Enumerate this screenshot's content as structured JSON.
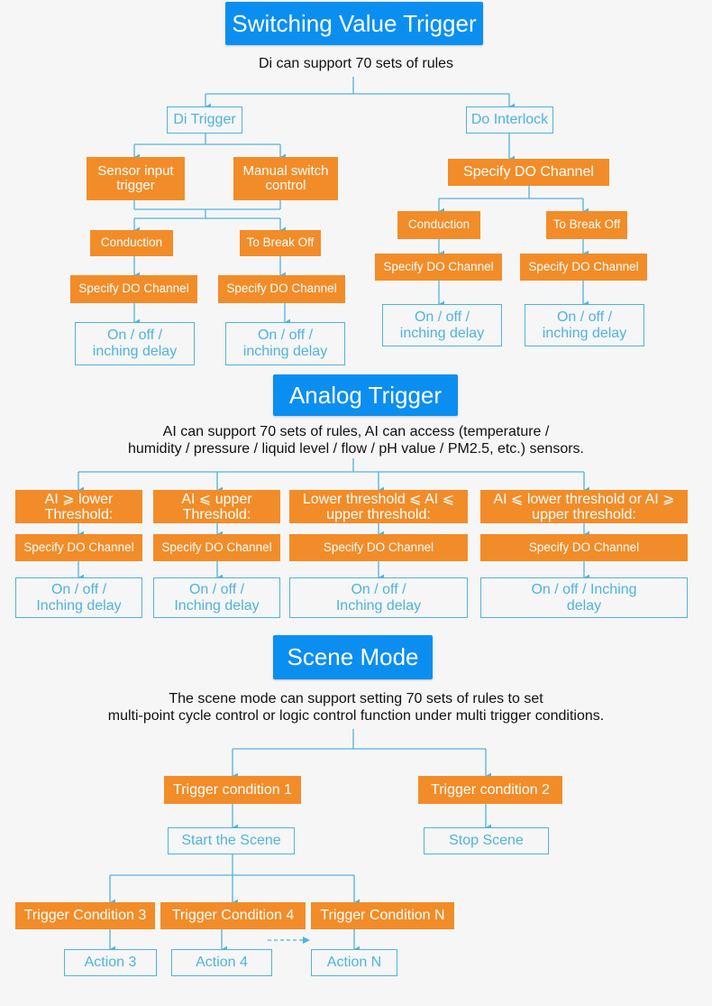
{
  "switching": {
    "title": "Switching Value Trigger",
    "subtitle": "Di can support 70 sets of rules",
    "di_trigger": "Di Trigger",
    "do_interlock": "Do Interlock",
    "sensor_input": "Sensor input trigger",
    "manual_switch": "Manual switch control",
    "conduction": "Conduction",
    "break_off": "To Break Off",
    "specify": "Specify DO Channel",
    "onoff": "On / off / inching delay"
  },
  "analog": {
    "title": "Analog Trigger",
    "subtitle_1": "AI can support 70 sets of rules, AI can access (temperature /",
    "subtitle_2": "humidity / pressure / liquid level / flow / pH value / PM2.5, etc.) sensors.",
    "conditions": [
      "AI ⩾ lower Threshold:",
      "AI ⩽ upper Threshold:",
      "Lower threshold ⩽ AI ⩽ upper threshold:",
      "AI ⩽ lower threshold or AI ⩾ upper threshold:"
    ],
    "specify": "Specify DO Channel",
    "onoff": "On / off / Inching delay"
  },
  "scene": {
    "title": "Scene Mode",
    "subtitle_1": "The scene mode can support setting 70 sets of rules to set",
    "subtitle_2": "multi-point cycle control or logic control function under multi trigger conditions.",
    "trigger1": "Trigger condition 1",
    "trigger2": "Trigger condition 2",
    "start": "Start the Scene",
    "stop": "Stop Scene",
    "trigger3": "Trigger Condition 3",
    "trigger4": "Trigger Condition 4",
    "triggerN": "Trigger Condition N",
    "action3": "Action 3",
    "action4": "Action 4",
    "actionN": "Action N"
  }
}
